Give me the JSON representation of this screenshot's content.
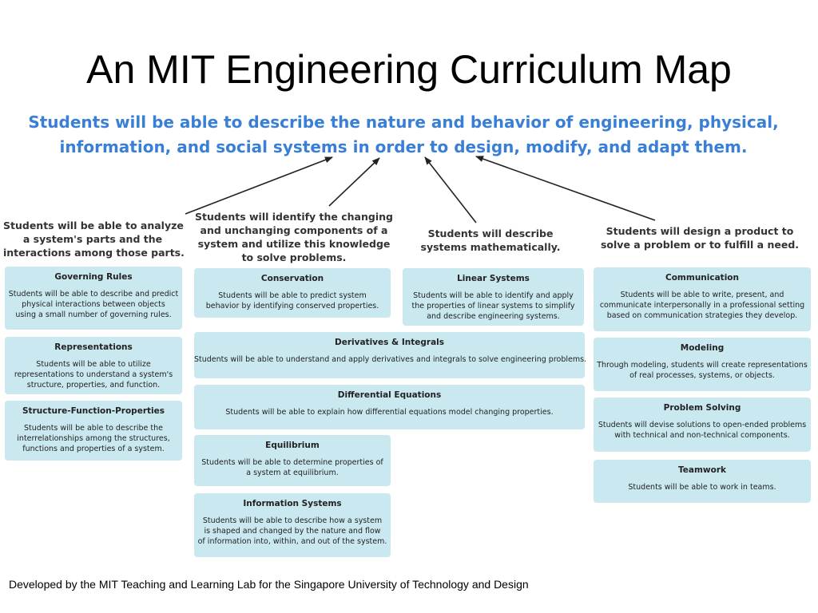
{
  "title": "An MIT Engineering Curriculum Map",
  "goal": {
    "lines": [
      "Students will be able to describe the nature and behavior of engineering, physical,",
      "information, and social systems in order to design, modify, and adapt them."
    ],
    "color": "#3a7fd6"
  },
  "branches": [
    {
      "lines": [
        "Students will be able to analyze",
        "a system's parts and the",
        "interactions among those parts."
      ]
    },
    {
      "lines": [
        "Students will identify the changing",
        "and unchanging components of a",
        "system and utilize this knowledge",
        "to solve problems."
      ]
    },
    {
      "lines": [
        "Students will describe",
        "systems mathematically."
      ]
    },
    {
      "lines": [
        "Students will design a product to",
        "solve a problem or to fulfill a need."
      ]
    }
  ],
  "boxes": {
    "governing_rules": {
      "heading": "Governing Rules",
      "lines": [
        "Students will be able to describe and predict",
        "physical interactions between objects",
        "using a small number of governing rules."
      ]
    },
    "representations": {
      "heading": "Representations",
      "lines": [
        "Students will be able to utilize",
        "representations to understand a system's",
        "structure, properties, and function."
      ]
    },
    "structure_function": {
      "heading": "Structure-Function-Properties",
      "lines": [
        "Students will be able to describe the",
        "interrelationships among the structures,",
        "functions and properties of a system."
      ]
    },
    "conservation": {
      "heading": "Conservation",
      "lines": [
        "Students will be able to predict system",
        "behavior by identifying conserved properties."
      ]
    },
    "linear_systems": {
      "heading": "Linear Systems",
      "lines": [
        "Students will be able to identify and apply",
        "the properties of linear systems to simplify",
        "and describe engineering systems."
      ]
    },
    "derivatives": {
      "heading": "Derivatives & Integrals",
      "lines": [
        "Students will be able to understand and apply derivatives and integrals to solve engineering problems."
      ]
    },
    "differential": {
      "heading": "Differential  Equations",
      "lines": [
        "Students will be able to explain how differential equations model changing properties."
      ]
    },
    "equilibrium": {
      "heading": "Equilibrium",
      "lines": [
        "Students will be able to determine properties of",
        "a system at equilibrium."
      ]
    },
    "information_systems": {
      "heading": "Information Systems",
      "lines": [
        "Students will be able to describe how a system",
        "is shaped and changed by the nature and flow",
        "of information into, within, and out of the system."
      ]
    },
    "communication": {
      "heading": "Communication",
      "lines": [
        "Students will be able to write, present, and",
        "communicate interpersonally in a professional setting",
        "based on communication strategies they develop."
      ]
    },
    "modeling": {
      "heading": "Modeling",
      "lines": [
        "Through modeling, students will create representations",
        "of real processes, systems, or objects."
      ]
    },
    "problem_solving": {
      "heading": "Problem Solving",
      "lines": [
        "Students will devise solutions to open-ended problems",
        "with technical and non-technical components."
      ]
    },
    "teamwork": {
      "heading": "Teamwork",
      "lines": [
        "Students will be able to work in teams."
      ]
    }
  },
  "box_color": "#c9e8ef",
  "footer": "Developed by the MIT Teaching and Learning Lab for the Singapore University of Technology and Design"
}
